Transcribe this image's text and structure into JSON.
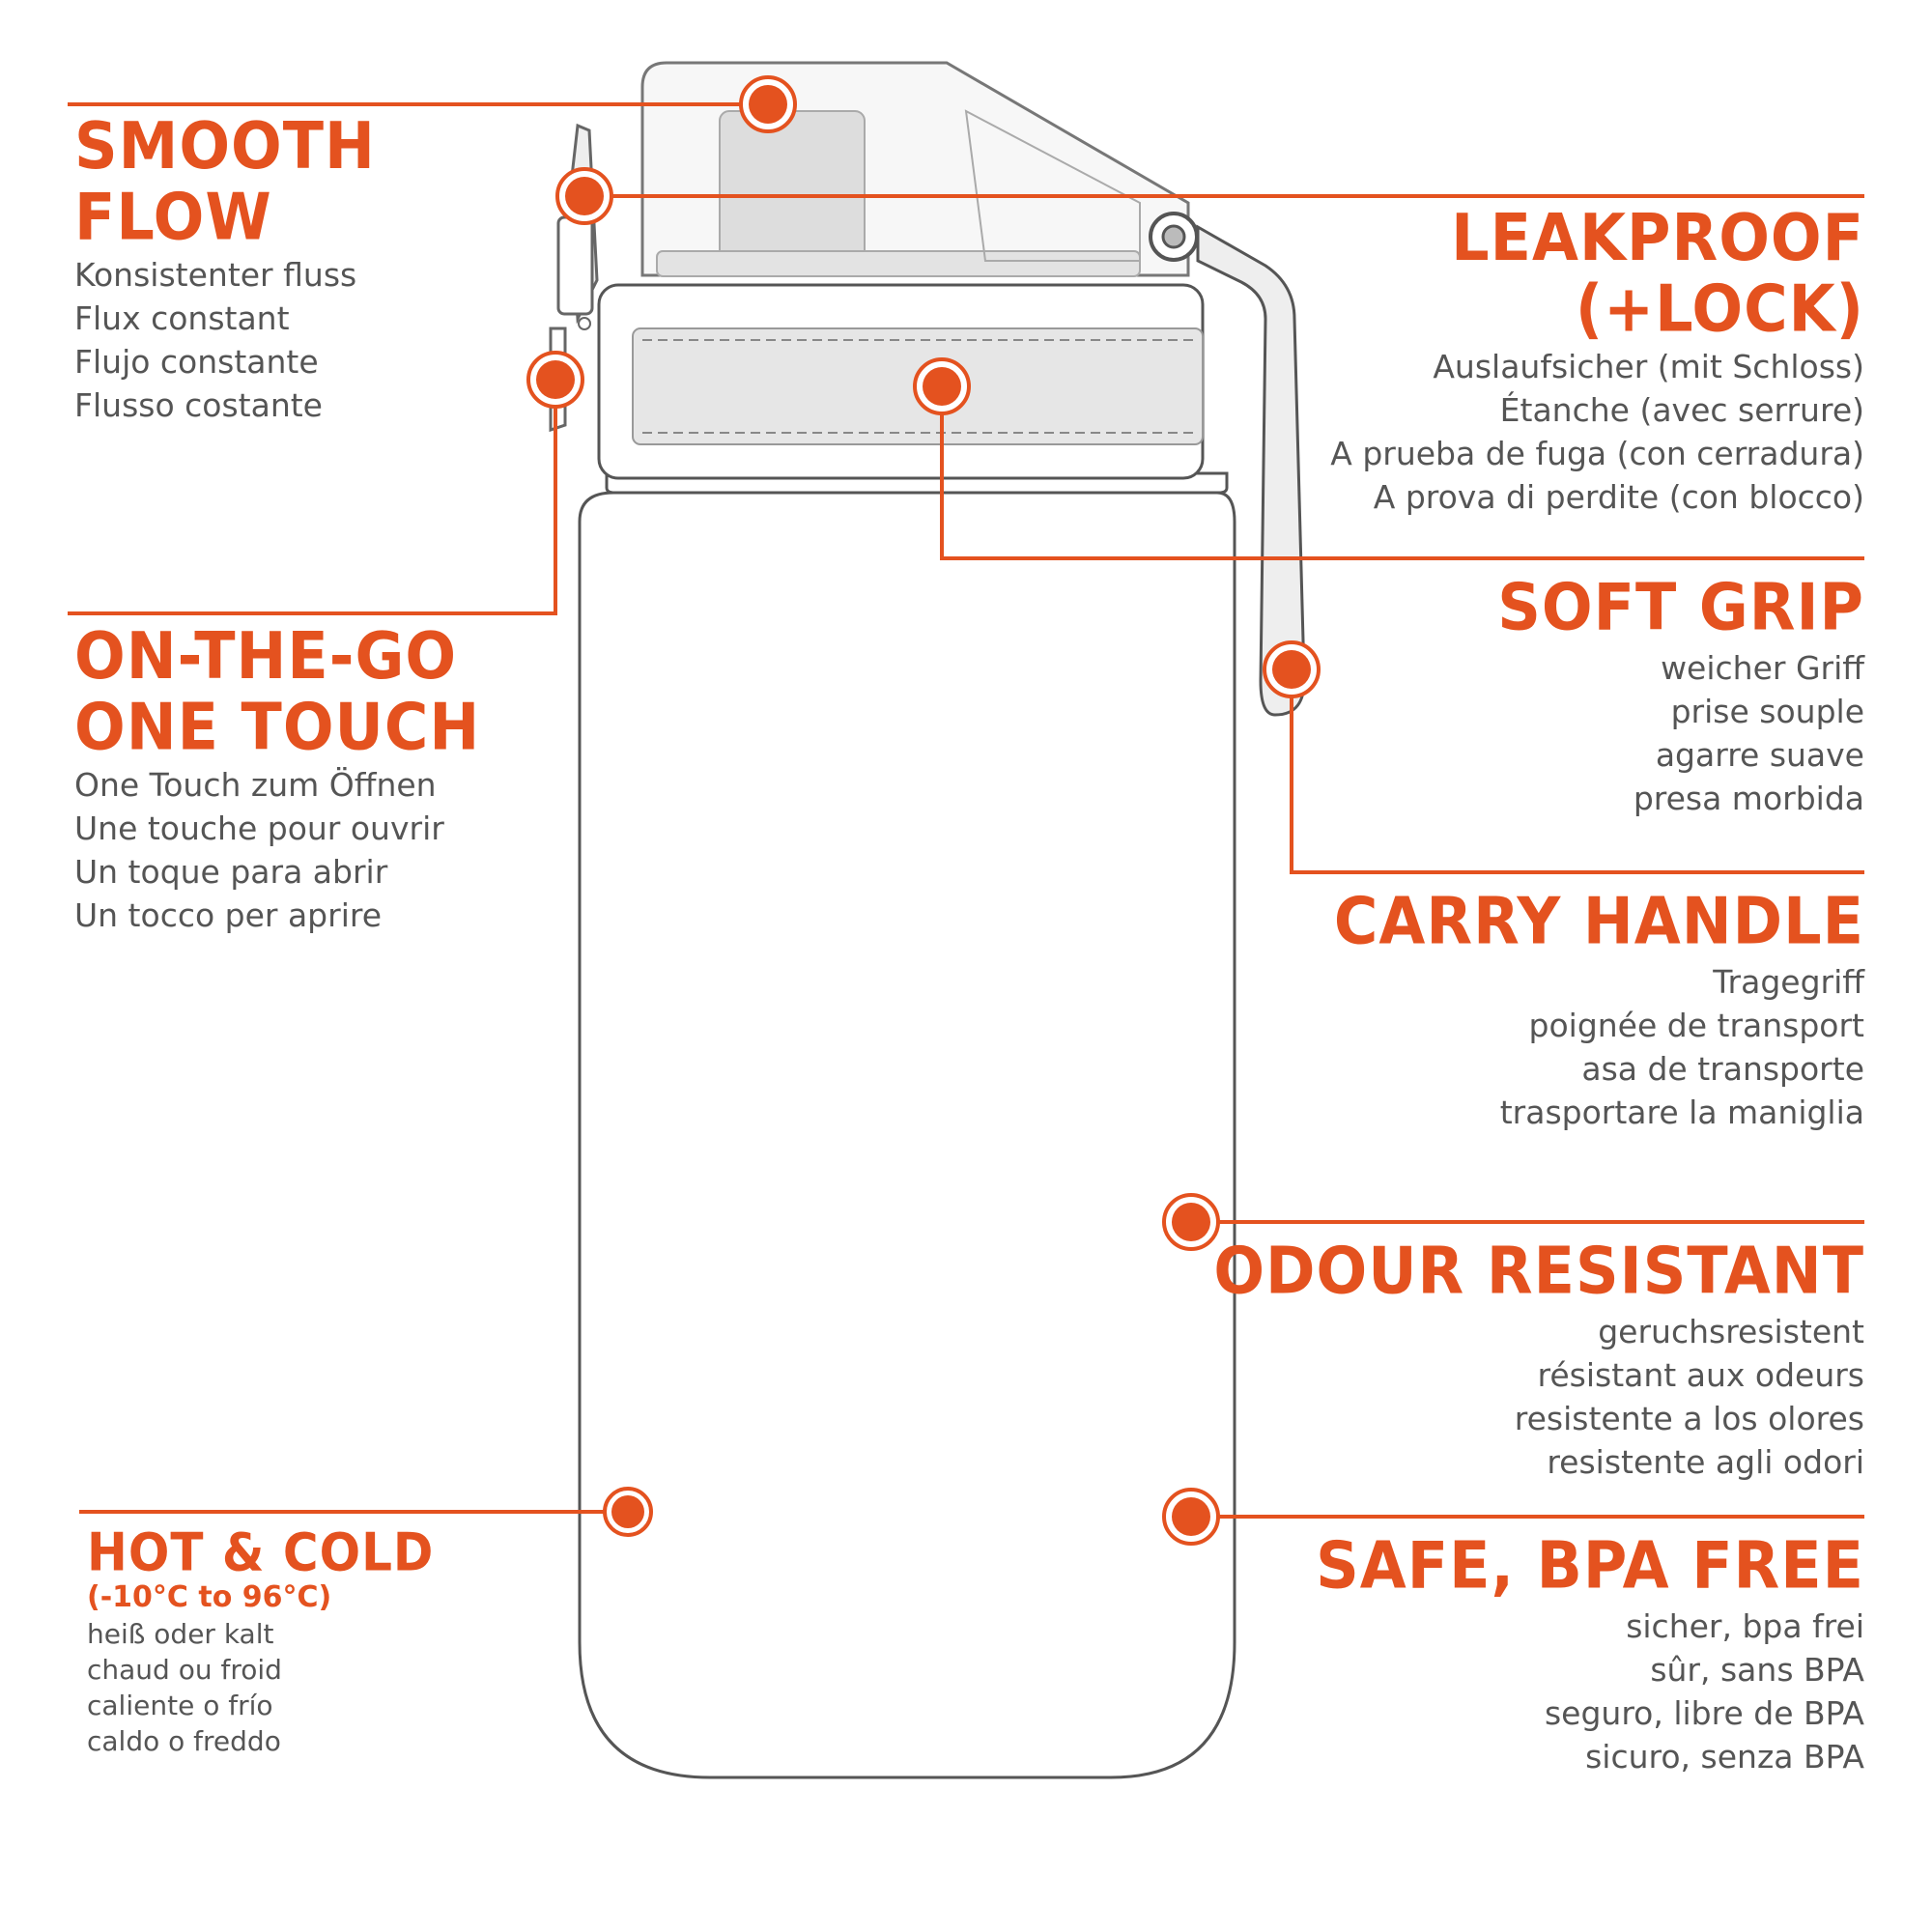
{
  "colors": {
    "accent": "#e4521f",
    "outline": "#555555",
    "text": "#555555"
  },
  "features": {
    "smooth_flow": {
      "title_lines": [
        "SMOOTH",
        "FLOW"
      ],
      "translations": [
        "Konsistenter fluss",
        "Flux constant",
        "Flujo constante",
        "Flusso costante"
      ]
    },
    "on_the_go": {
      "title_lines": [
        "ON-THE-GO",
        "ONE TOUCH"
      ],
      "translations": [
        "One Touch zum Öffnen",
        "Une touche pour ouvrir",
        "Un toque para abrir",
        "Un tocco per aprire"
      ]
    },
    "hot_cold": {
      "title": "HOT & COLD",
      "subtitle": "(-10°C to 96°C)",
      "translations": [
        "heiß oder kalt",
        "chaud ou froid",
        "caliente o frío",
        "caldo o freddo"
      ]
    },
    "leakproof": {
      "title_lines": [
        "LEAKPROOF",
        "(+LOCK)"
      ],
      "translations": [
        "Auslaufsicher (mit Schloss)",
        "Étanche (avec serrure)",
        "A prueba de fuga (con cerradura)",
        "A prova di perdite (con blocco)"
      ]
    },
    "soft_grip": {
      "title": "SOFT GRIP",
      "translations": [
        "weicher Griff",
        "prise souple",
        "agarre suave",
        "presa morbida"
      ]
    },
    "carry_handle": {
      "title": "CARRY HANDLE",
      "translations": [
        "Tragegriff",
        "poignée de transport",
        "asa de transporte",
        "trasportare la maniglia"
      ]
    },
    "odour_resistant": {
      "title": "ODOUR RESISTANT",
      "translations": [
        "geruchsresistent",
        "résistant aux odeurs",
        "resistente a los olores",
        "resistente agli odori"
      ]
    },
    "safe_bpa": {
      "title": "SAFE, BPA FREE",
      "translations": [
        "sicher, bpa frei",
        "sûr, sans BPA",
        "seguro, libre de BPA",
        "sicuro, senza BPA"
      ]
    }
  }
}
